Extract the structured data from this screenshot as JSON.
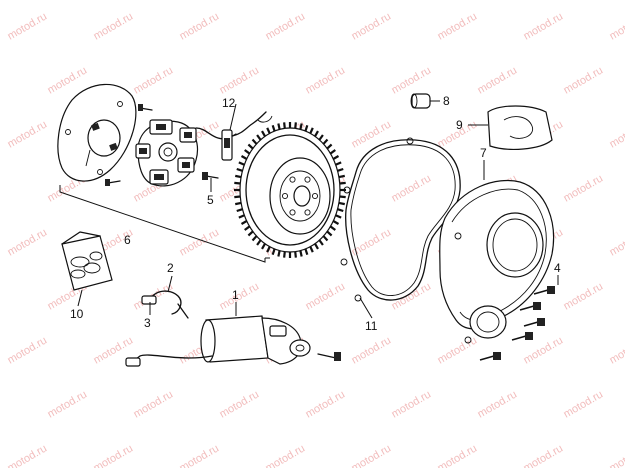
{
  "watermark": {
    "text": "motod.ru"
  },
  "callouts": {
    "c1": "1",
    "c2": "2",
    "c3": "3",
    "c4": "4",
    "c5": "5",
    "c6": "6",
    "c7": "7",
    "c8": "8",
    "c9": "9",
    "c10": "10",
    "c11": "11",
    "c12": "12"
  },
  "colors": {
    "line": "#111111",
    "watermark": "#f2bdbd",
    "background": "#ffffff"
  }
}
